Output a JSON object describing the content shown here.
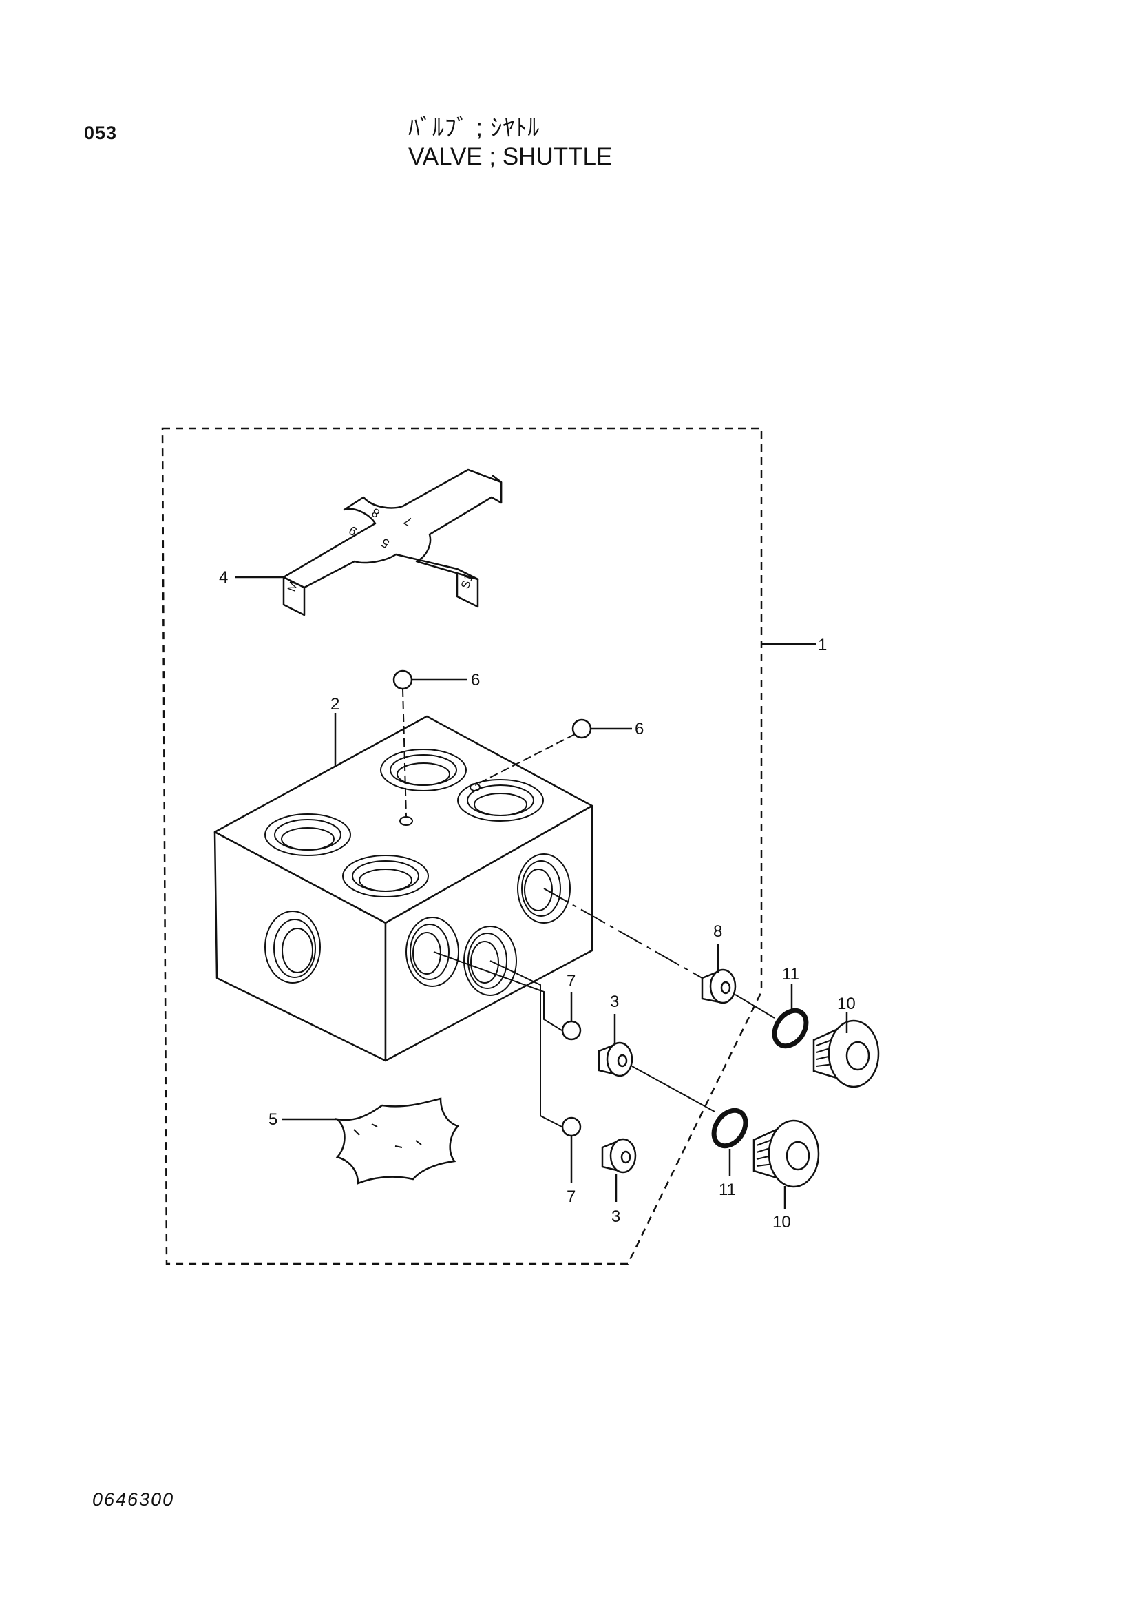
{
  "header": {
    "page_number": "053",
    "title_jp": "ﾊﾞﾙﾌﾞ ; ｼﾔﾄﾙ",
    "title_en": "VALVE ; SHUTTLE"
  },
  "footer": {
    "doc_code": "0646300"
  },
  "diagram": {
    "callouts": [
      "1",
      "2",
      "3",
      "3",
      "4",
      "5",
      "6",
      "6",
      "7",
      "7",
      "8",
      "10",
      "10",
      "11",
      "11"
    ],
    "plate_marks": [
      "M",
      "S1",
      "8",
      "9",
      "5",
      "7"
    ]
  }
}
